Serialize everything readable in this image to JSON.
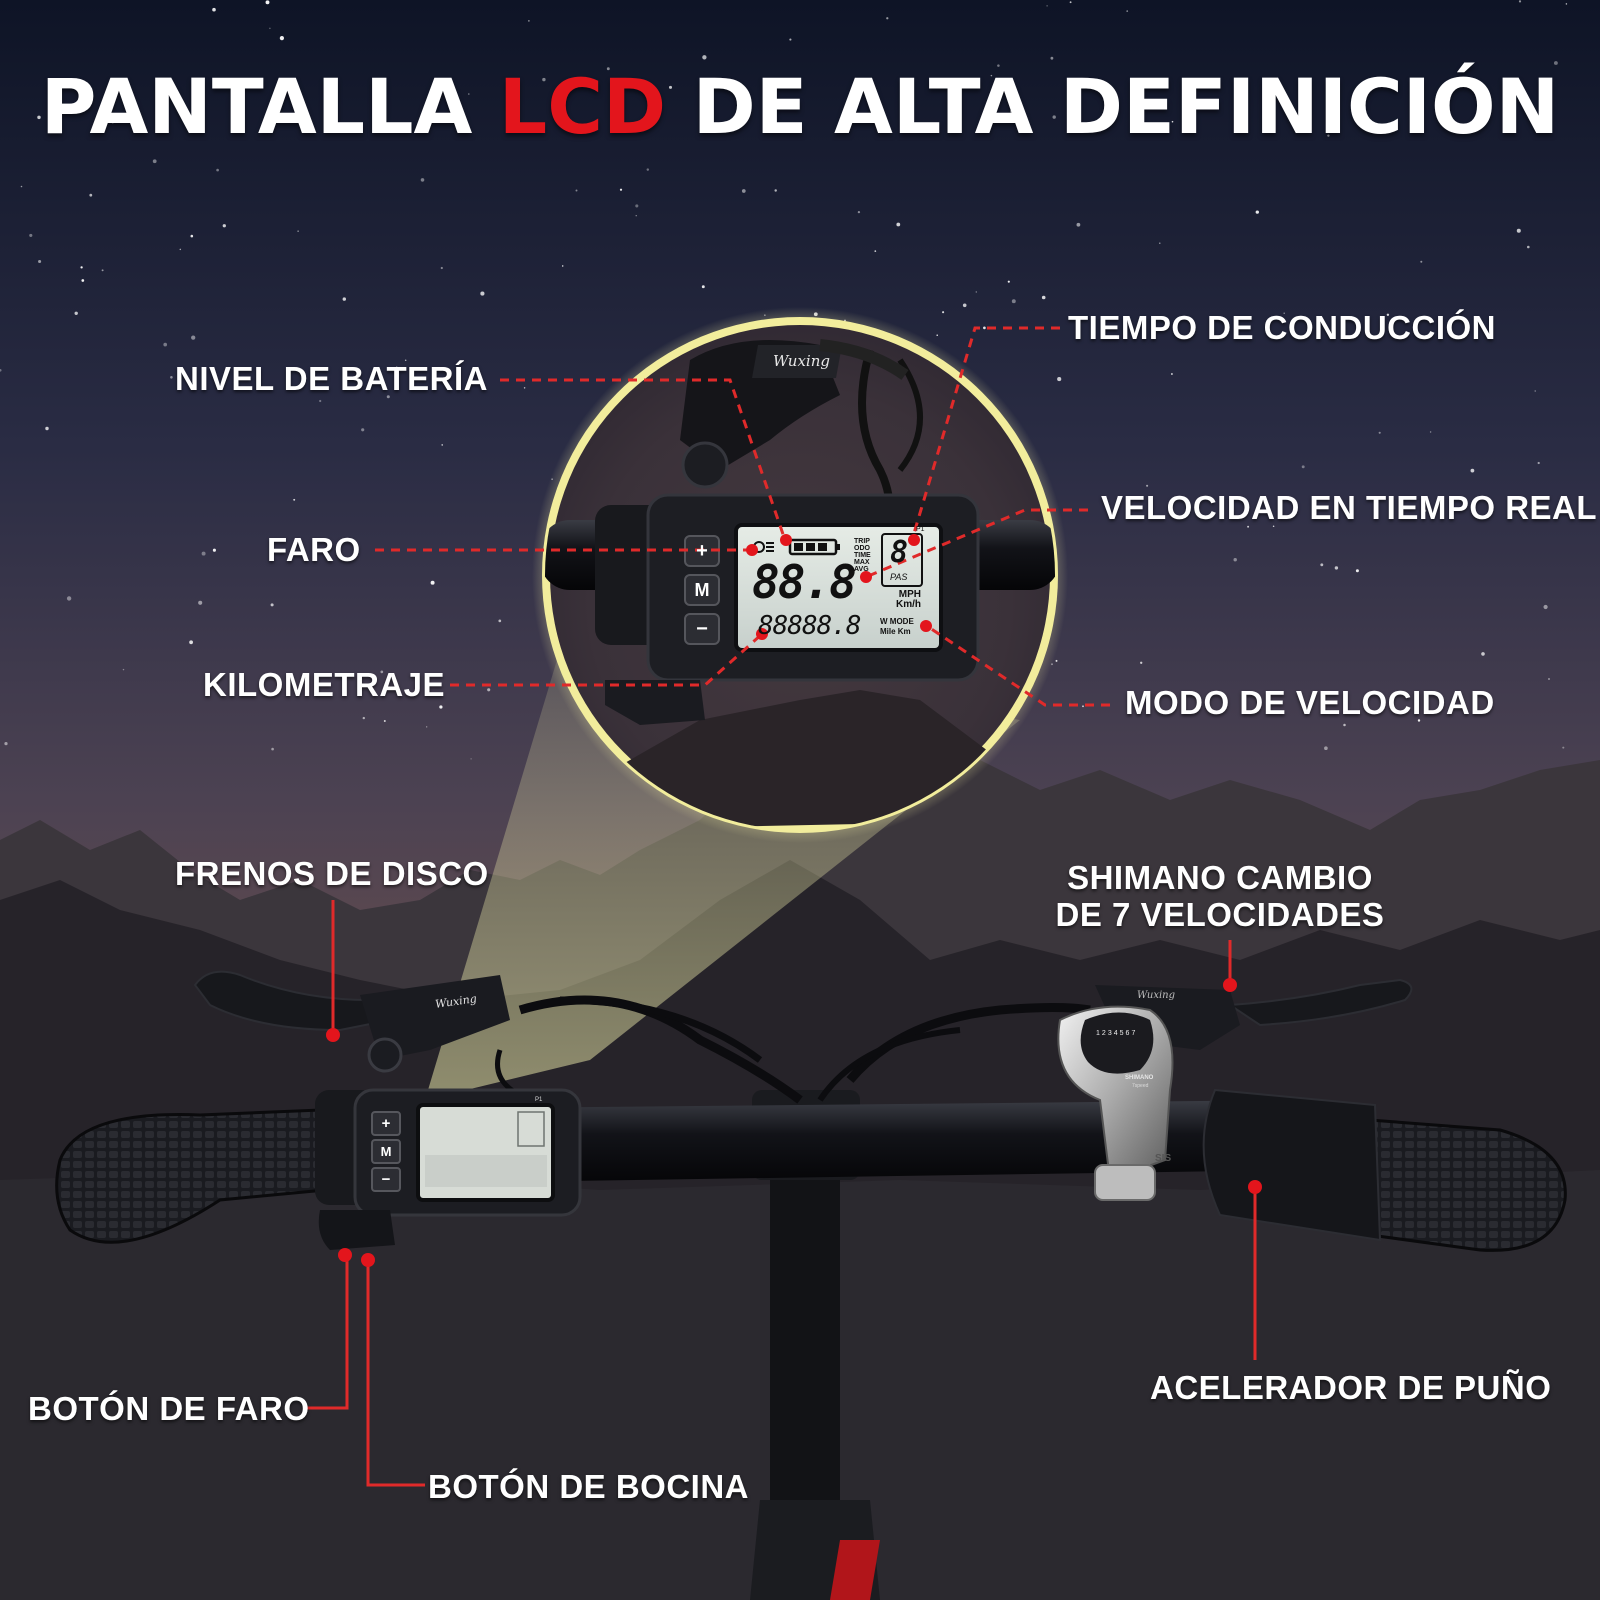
{
  "title": {
    "part1": "PANTALLA",
    "accent": "LCD",
    "part2": "DE ALTA DEFINICIÓN"
  },
  "callouts": {
    "battery_level": "NIVEL DE BATERÍA",
    "riding_time": "TIEMPO DE CONDUCCIÓN",
    "headlight": "FARO",
    "realtime_speed": "VELOCIDAD EN TIEMPO REAL",
    "mileage": "KILOMETRAJE",
    "speed_mode": "MODO DE VELOCIDAD",
    "disc_brakes": "FRENOS DE DISCO",
    "shifter_line1": "SHIMANO CAMBIO",
    "shifter_line2": "DE 7 VELOCIDADES",
    "headlight_button": "BOTÓN DE FARO",
    "horn_button": "BOTÓN DE BOCINA",
    "throttle": "ACELERADOR DE PUÑO"
  },
  "display": {
    "brand": "Wuxing",
    "buttons": [
      "+",
      "M",
      "−"
    ],
    "speed": "88.8",
    "odometer": "88888.8",
    "modes": [
      "TRIP",
      "ODO",
      "TIME",
      "MAX",
      "AVG"
    ],
    "assist_digit": "8",
    "assist_label": "PAS",
    "profile": "P1",
    "units_speed": [
      "MPH",
      "Km/h"
    ],
    "units_power": "W MODE",
    "units_distance": "Mile Km"
  },
  "shifter": {
    "brand": "SHIMANO",
    "model": "7speed",
    "sis": "SIS",
    "gears": [
      "1",
      "2",
      "3",
      "4",
      "5",
      "6",
      "7"
    ]
  },
  "colors": {
    "accent_red": "#e3151c",
    "callout_line": "#e02a2a",
    "spotlight": "#f4ee9a",
    "sky_top": "#0f1527",
    "sky_mid": "#4a4150"
  }
}
